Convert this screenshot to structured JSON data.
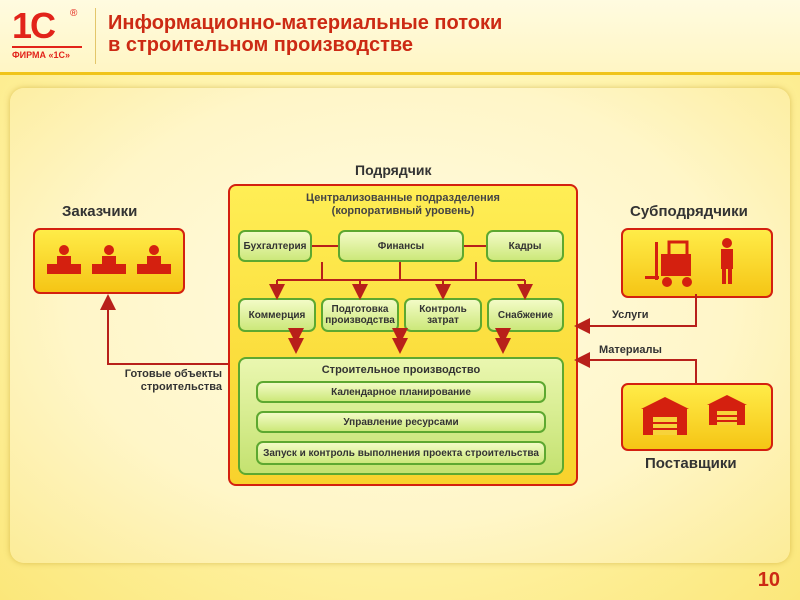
{
  "logo": {
    "mark": "1С",
    "reg": "®",
    "company": "ФИРМА «1С»"
  },
  "title": {
    "line1": "Информационно-материальные потоки",
    "line2": "в строительном производстве"
  },
  "diagram": {
    "contractor_label": "Подрядчик",
    "customers_label": "Заказчики",
    "subcontractors_label": "Субподрядчики",
    "suppliers_label": "Поставщики",
    "centralized_line1": "Централизованные подразделения",
    "centralized_line2": "(корпоративный уровень)",
    "accounting": "Бухгалтерия",
    "finance": "Финансы",
    "hr": "Кадры",
    "commerce": "Коммерция",
    "prep_line1": "Подготовка",
    "prep_line2": "производства",
    "cost_line1": "Контроль",
    "cost_line2": "затрат",
    "supply": "Снабжение",
    "construction": "Строительное производство",
    "calendar": "Календарное планирование",
    "resources": "Управление ресурсами",
    "launch": "Запуск и контроль выполнения проекта строительства",
    "services": "Услуги",
    "materials": "Материалы",
    "finished_line1": "Готовые объекты",
    "finished_line2": "строительства"
  },
  "page_number": "10",
  "colors": {
    "accent_red": "#d4200f",
    "title_red": "#cc2a14",
    "yellow": "#f8d22c",
    "green": "#5da830"
  },
  "icons": [
    "person-at-desk-icon",
    "forklift-icon",
    "worker-icon",
    "warehouse-icon"
  ]
}
